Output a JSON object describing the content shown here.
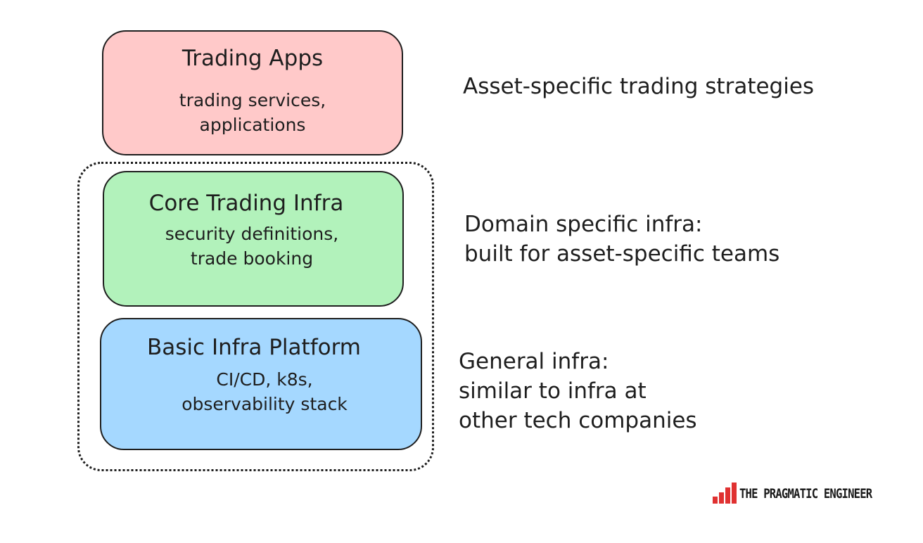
{
  "colors": {
    "trading_apps_fill": "#ffc9c9",
    "core_infra_fill": "#b2f2bb",
    "basic_infra_fill": "#a5d8ff",
    "stroke": "#1e1e1e",
    "brand_red": "#e03131"
  },
  "boxes": {
    "trading_apps": {
      "title": "Trading Apps",
      "desc": "trading services,\napplications"
    },
    "core_infra": {
      "title": "Core Trading Infra",
      "desc": "security definitions,\ntrade booking"
    },
    "basic_infra": {
      "title": "Basic Infra Platform",
      "desc": "CI/CD, k8s,\nobservability stack"
    }
  },
  "annotations": {
    "trading_apps": "Asset-specific trading strategies",
    "core_infra": "Domain specific infra:\nbuilt for asset-specific teams",
    "basic_infra": "General infra:\nsimilar to infra at\nother tech companies"
  },
  "brand": {
    "name": "THE PRAGMATIC ENGINEER",
    "icon": "bar-chart-logo-icon"
  }
}
